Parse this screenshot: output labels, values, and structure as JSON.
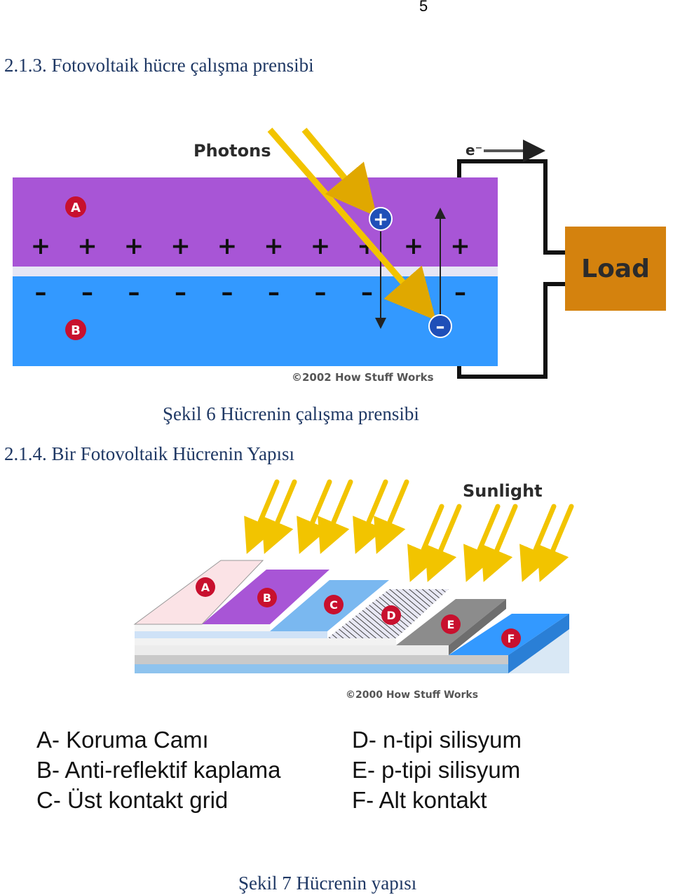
{
  "page_number": "5",
  "section1": {
    "heading": "2.1.3. Fotovoltaik hücre çalışma prensibi"
  },
  "figure6": {
    "photons_label": "Photons",
    "electron_label": "e⁻",
    "load_label": "Load",
    "layer_a_label": "A",
    "layer_b_label": "B",
    "plus_sign": "+",
    "minus_sign": "–",
    "credit": "©2002 How Stuff Works",
    "caption": "Şekil 6 Hücrenin çalışma prensibi",
    "colors": {
      "p_layer": "#a855d6",
      "n_layer": "#3399ff",
      "photon": "#f2c400",
      "load": "#d4820e",
      "badge": "#c8102e",
      "hole": "#1f4fb8"
    }
  },
  "section2": {
    "heading": "2.1.4. Bir Fotovoltaik Hücrenin Yapısı"
  },
  "figure7": {
    "sunlight_label": "Sunlight",
    "layers": [
      {
        "id": "A",
        "color": "#fbe3e6"
      },
      {
        "id": "B",
        "color": "#a855d6"
      },
      {
        "id": "C",
        "color": "#7ab8f0"
      },
      {
        "id": "D",
        "color": "#e8e8f4"
      },
      {
        "id": "E",
        "color": "#8c8c8c"
      },
      {
        "id": "F",
        "color": "#3399ff"
      }
    ],
    "credit": "©2000 How Stuff Works",
    "legend_left": [
      "A- Koruma Camı",
      "B- Anti-reflektif kaplama",
      "C- Üst kontakt grid"
    ],
    "legend_right": [
      "D- n-tipi silisyum",
      "E-  p-tipi silisyum",
      "F- Alt kontakt"
    ],
    "caption": "Şekil 7 Hücrenin yapısı"
  }
}
